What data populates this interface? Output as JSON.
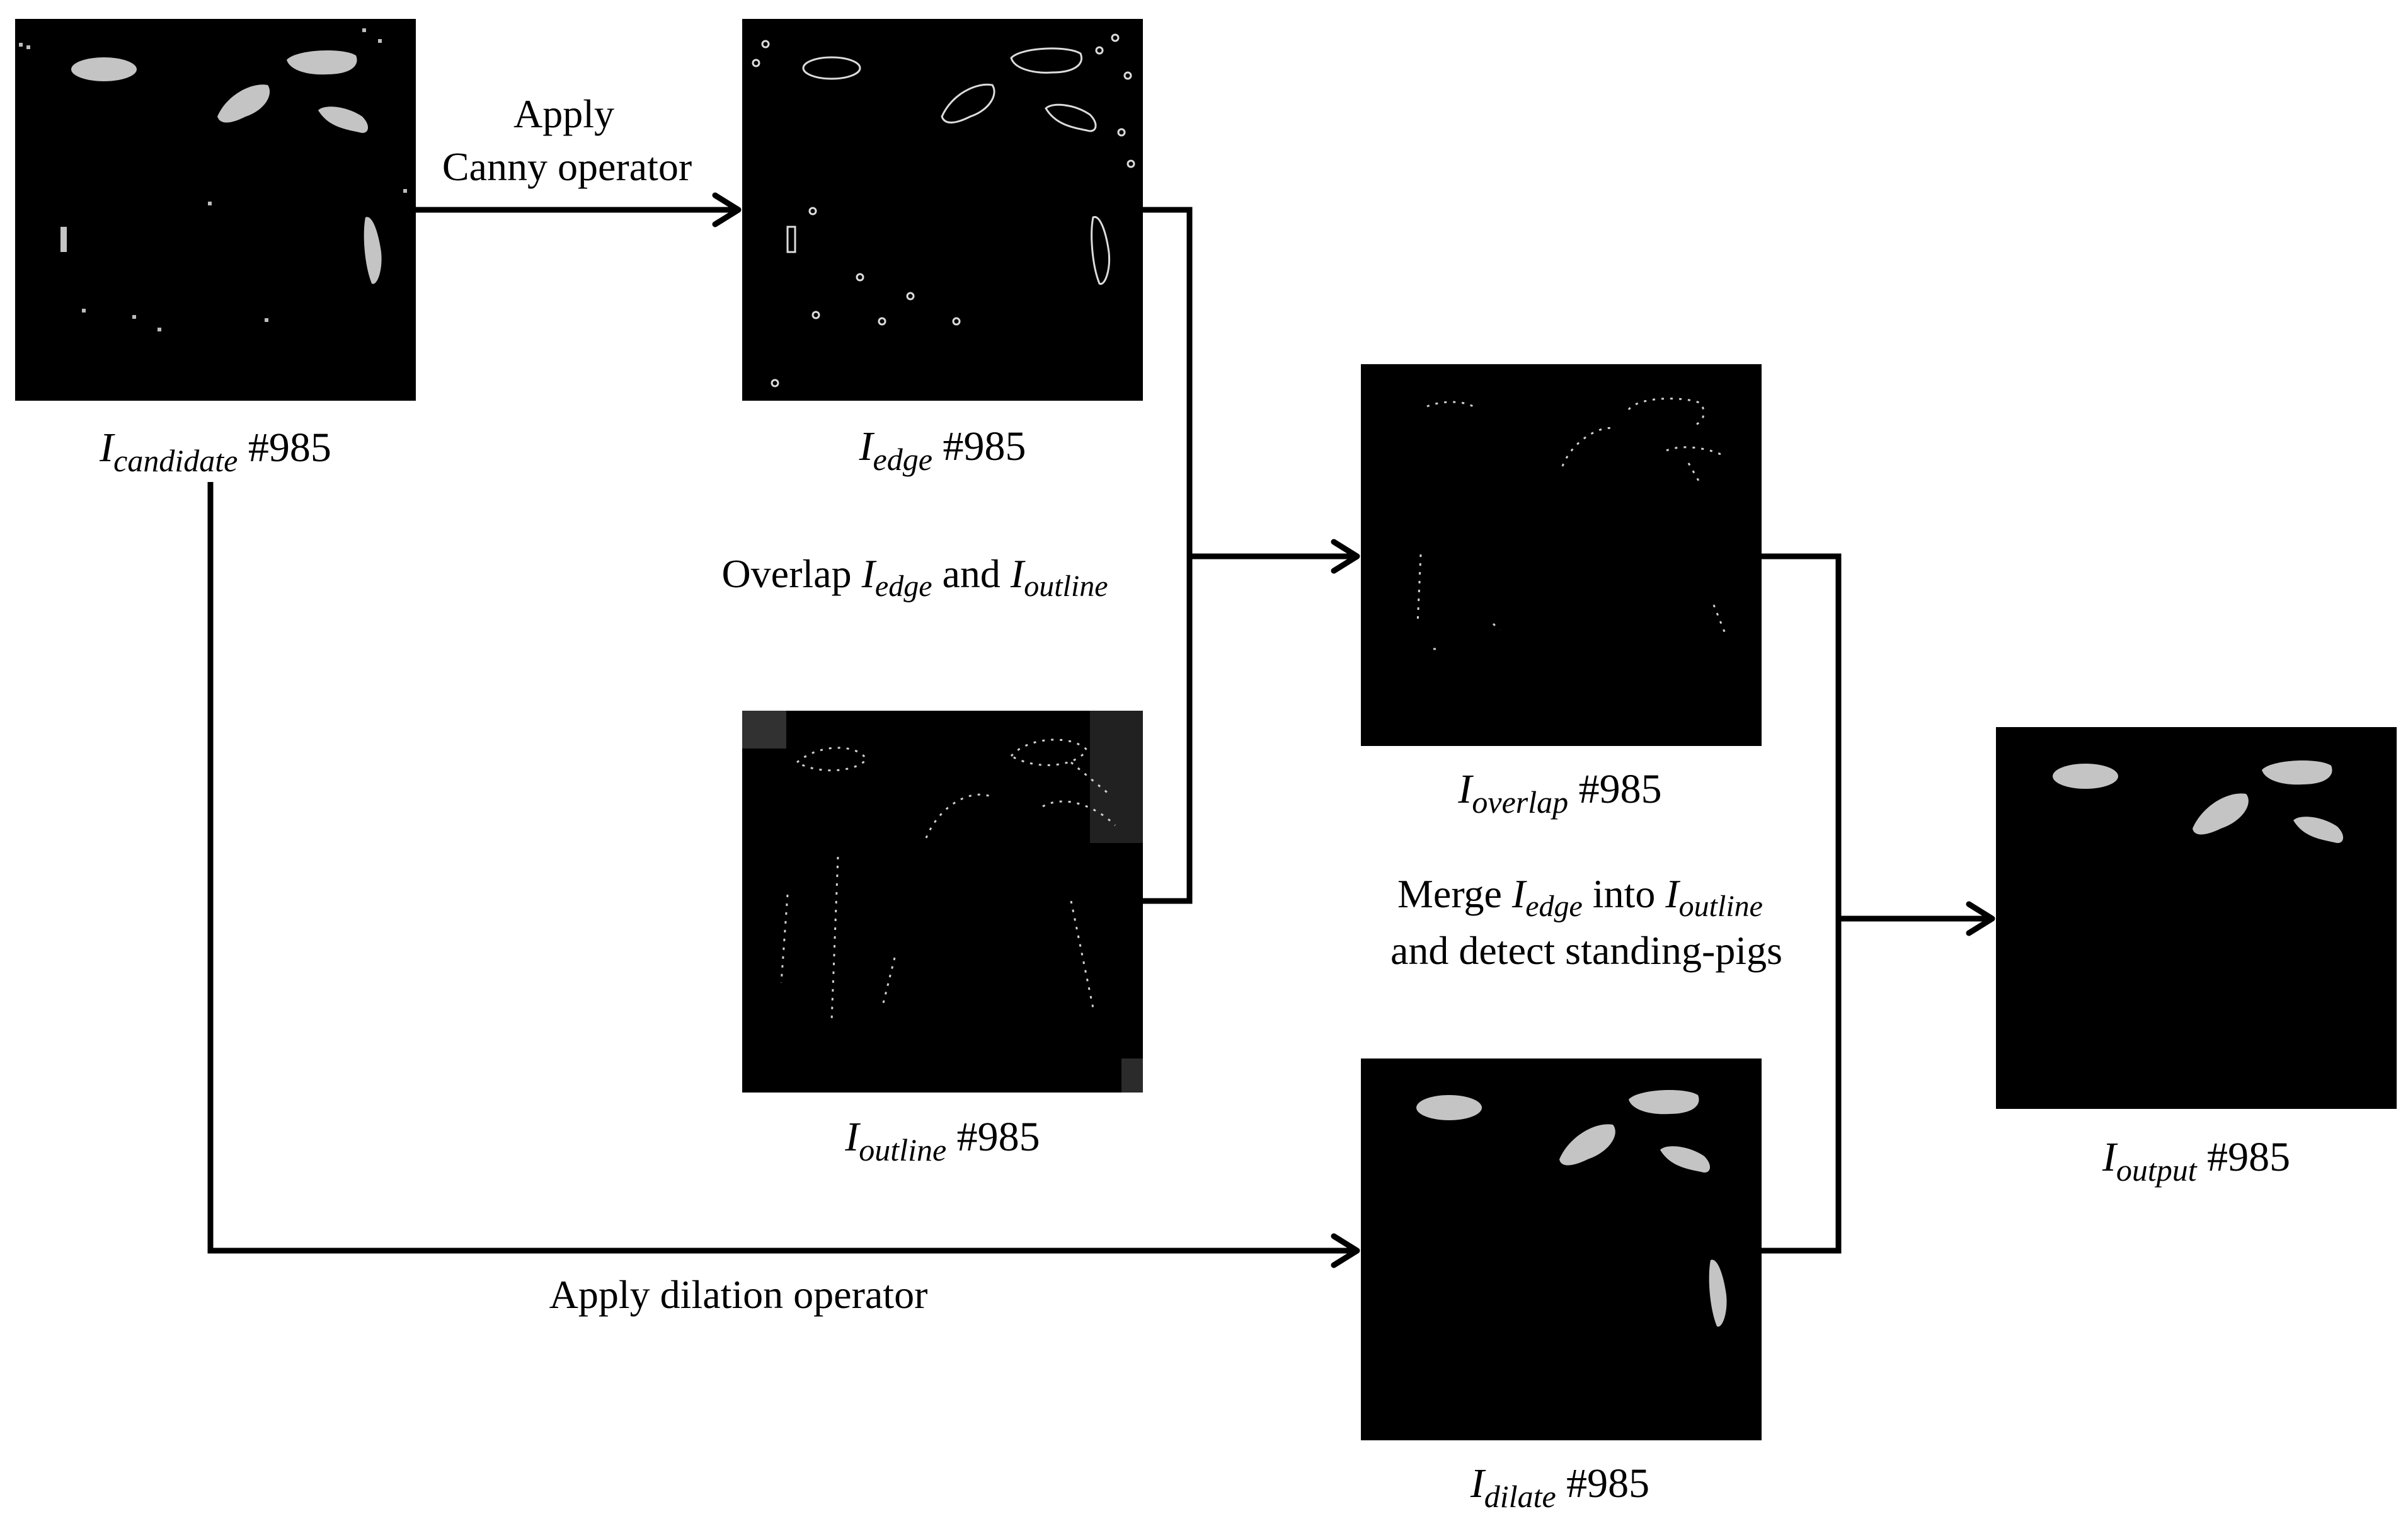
{
  "panels": {
    "candidate": {
      "symbol": "I",
      "subscript": "candidate",
      "frame": "#985"
    },
    "edge": {
      "symbol": "I",
      "subscript": "edge",
      "frame": "#985"
    },
    "outline": {
      "symbol": "I",
      "subscript": "outline",
      "frame": "#985"
    },
    "overlap": {
      "symbol": "I",
      "subscript": "overlap",
      "frame": "#985"
    },
    "dilate": {
      "symbol": "I",
      "subscript": "dilate",
      "frame": "#985"
    },
    "output": {
      "symbol": "I",
      "subscript": "output",
      "frame": "#985"
    }
  },
  "labels": {
    "canny_line1": "Apply",
    "canny_line2": "Canny operator",
    "overlap_pre": "Overlap ",
    "overlap_i1": "I",
    "overlap_s1": "edge",
    "overlap_mid": " and ",
    "overlap_i2": "I",
    "overlap_s2": "outline",
    "merge_pre": "Merge ",
    "merge_i1": "I",
    "merge_s1": "edge",
    "merge_mid": " into ",
    "merge_i2": "I",
    "merge_s2": "outline",
    "merge_line2": "and detect standing-pigs",
    "dilation": "Apply dilation operator"
  },
  "colors": {
    "panel": "#000000",
    "pig": "#c4c4c4",
    "arrow": "#000000"
  }
}
